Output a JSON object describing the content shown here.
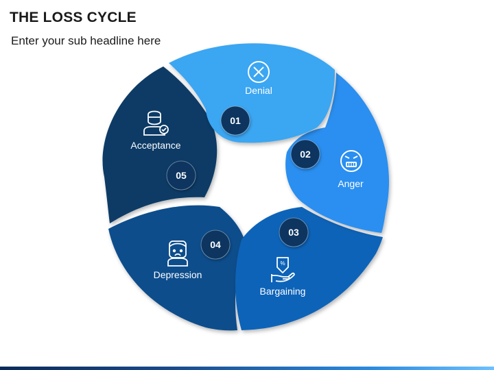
{
  "title": "THE LOSS CYCLE",
  "subtitle": "Enter your sub headline here",
  "stages": [
    {
      "number": "01",
      "label": "Denial",
      "icon": "cross-circle-icon",
      "color": "#3aa6f2"
    },
    {
      "number": "02",
      "label": "Anger",
      "icon": "angry-face-icon",
      "color": "#2b8ff0"
    },
    {
      "number": "03",
      "label": "Bargaining",
      "icon": "hand-discount-tag-icon",
      "color": "#0b63b8"
    },
    {
      "number": "04",
      "label": "Depression",
      "icon": "sad-person-icon",
      "color": "#0a4d8c"
    },
    {
      "number": "05",
      "label": "Acceptance",
      "icon": "doctor-checkmark-icon",
      "color": "#0d3b66"
    }
  ],
  "colors": {
    "badge": "#0a3560",
    "bottom_bar_start": "#0b2a5a",
    "bottom_bar_end": "#6cc0ff"
  }
}
